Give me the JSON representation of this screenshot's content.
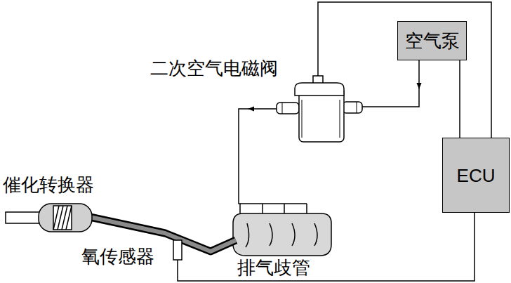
{
  "diagram": {
    "nodes": [
      {
        "text": [
          "空气泵"
        ]
      },
      {
        "text": [
          "ECU"
        ]
      }
    ],
    "edges": [
      {
        "from": 0,
        "to": 1,
        "arrow": "none"
      }
    ],
    "labels": [
      "二次空气电磁阀",
      "催化转换器",
      "氧传感器",
      "排气歧管"
    ]
  }
}
